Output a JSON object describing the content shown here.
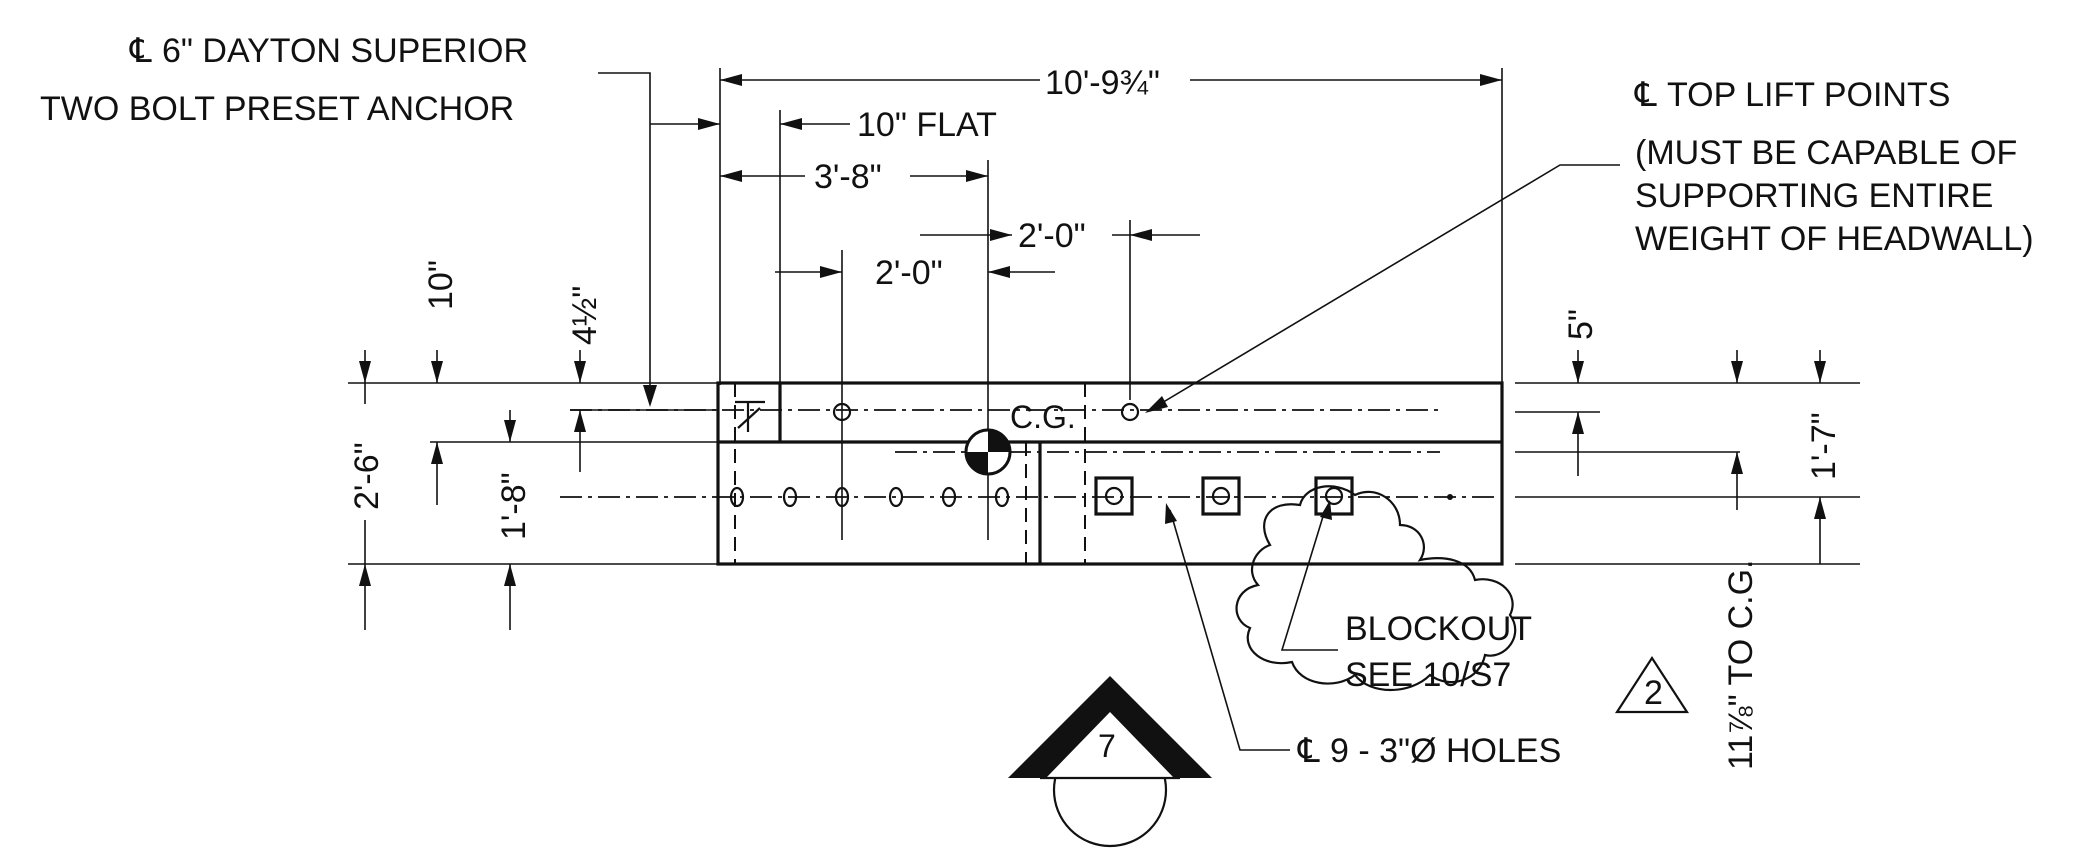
{
  "notes": {
    "anchor_line1": "6\" DAYTON SUPERIOR",
    "anchor_line2": "TWO BOLT PRESET ANCHOR",
    "lift_title": "TOP LIFT POINTS",
    "lift_line1": "(MUST BE CAPABLE OF",
    "lift_line2": "SUPPORTING ENTIRE",
    "lift_line3": "WEIGHT OF HEADWALL)",
    "blockout_line1": "BLOCKOUT",
    "blockout_line2": "SEE 10/S7",
    "holes": "9 - 3\"Ø HOLES",
    "cg_label": "C.G.",
    "cg_offset": "11⅞\" TO C.G."
  },
  "dimensions": {
    "overall_length": "10'-9¾\"",
    "flat": "10\" FLAT",
    "to_cg": "3'-8\"",
    "lift_spacing_a": "2'-0\"",
    "lift_spacing_b": "2'-0\"",
    "depth_10": "10\"",
    "depth_4half": "4½\"",
    "height_total": "2'-6\"",
    "height_1_8": "1'-8\"",
    "offset_5": "5\"",
    "height_1_7": "1'-7\""
  },
  "symbols": {
    "centerline_glyph": "℄",
    "revision": "2",
    "section_number": "7"
  },
  "colors": {
    "ink": "#111111",
    "paper": "#ffffff"
  }
}
